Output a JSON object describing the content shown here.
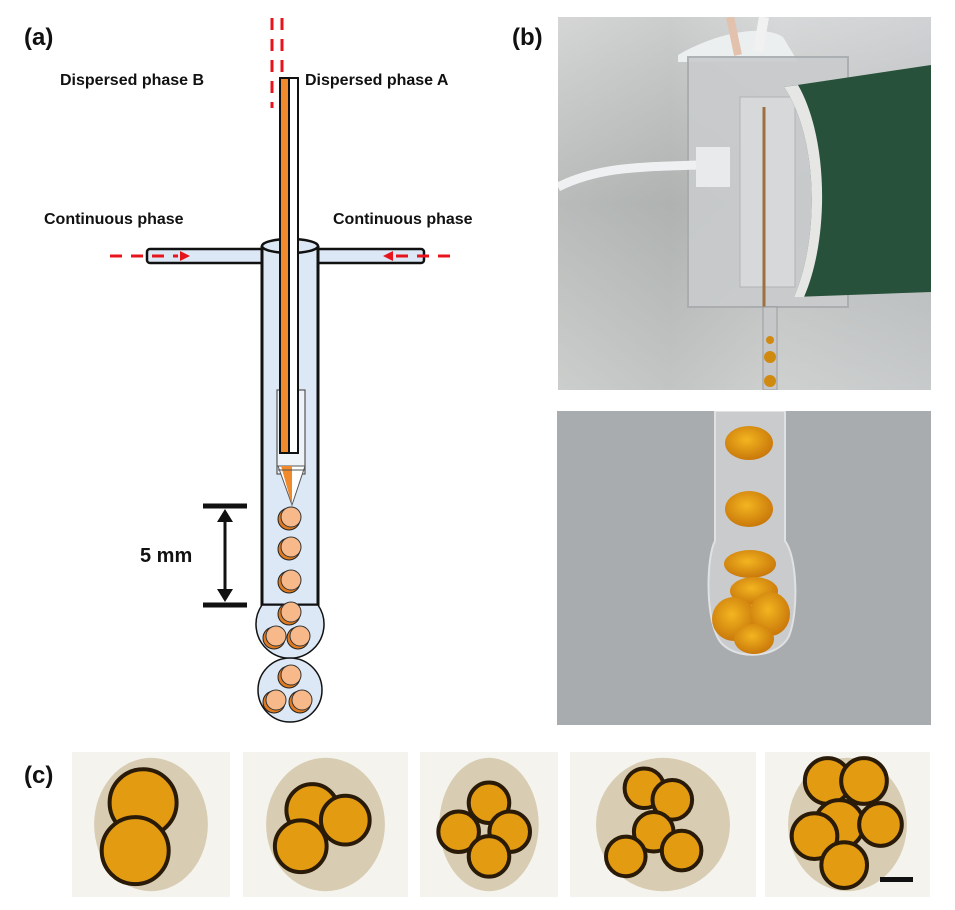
{
  "figure": {
    "panels": {
      "a": {
        "label": "(a)"
      },
      "b": {
        "label": "(b)"
      },
      "c": {
        "label": "(c)"
      }
    },
    "diagram": {
      "dispersed_phase_b": "Dispersed phase B",
      "dispersed_phase_a": "Dispersed phase A",
      "continuous_phase_left": "Continuous phase",
      "continuous_phase_right": "Continuous phase",
      "scale_label": "5 mm"
    },
    "colors": {
      "orange": "#f08a2c",
      "droplet": "#f7b98a",
      "droplet_rim": "#e07a20",
      "channel": "#dce8f5",
      "flow_arrow": "#e8141c",
      "device_green": "#27513a",
      "amber": "#e39b12"
    },
    "micrographs": [
      {
        "cores": 2
      },
      {
        "cores": 3
      },
      {
        "cores": 4
      },
      {
        "cores": 5
      },
      {
        "cores": 6
      }
    ]
  }
}
